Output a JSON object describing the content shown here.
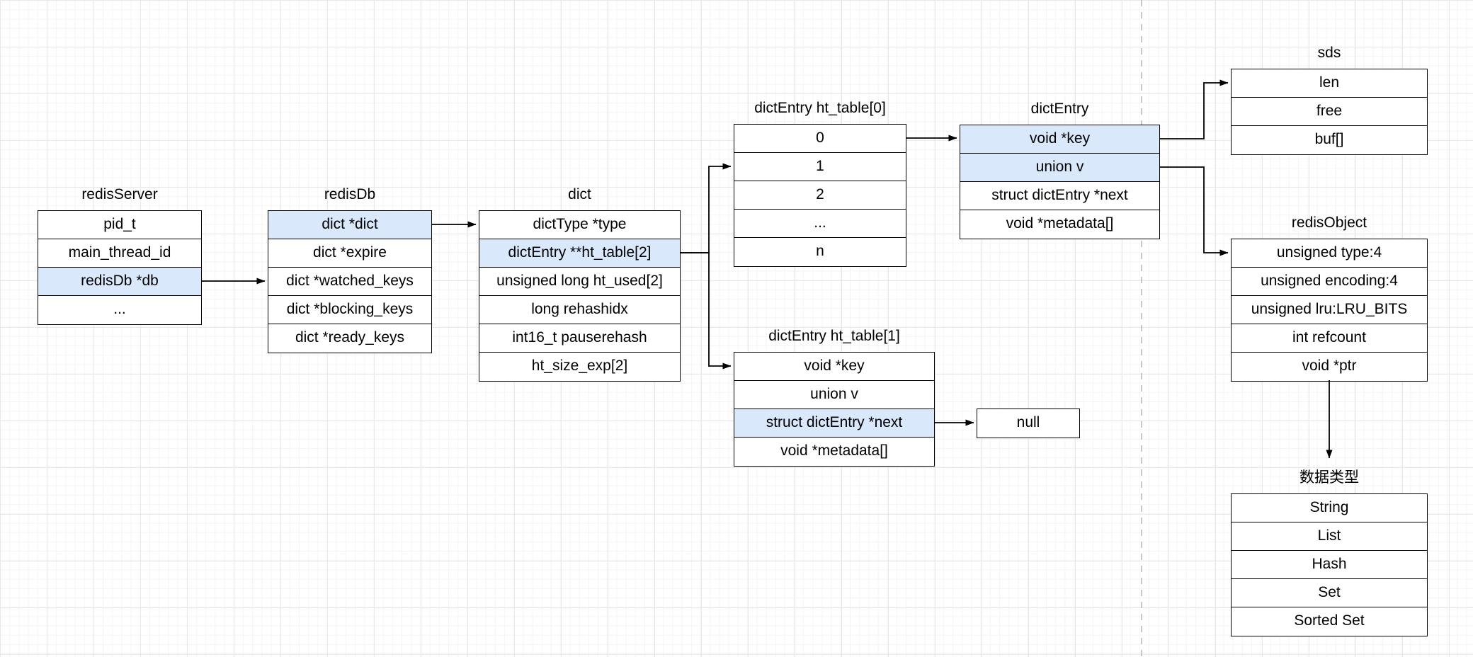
{
  "tables": {
    "redisServer": {
      "title": "redisServer",
      "rows": [
        "pid_t",
        "main_thread_id",
        "redisDb *db",
        "..."
      ]
    },
    "redisDb": {
      "title": "redisDb",
      "rows": [
        "dict *dict",
        "dict *expire",
        "dict *watched_keys",
        "dict *blocking_keys",
        "dict *ready_keys"
      ]
    },
    "dict": {
      "title": "dict",
      "rows": [
        "dictType *type",
        "dictEntry **ht_table[2]",
        "unsigned long ht_used[2]",
        "long rehashidx",
        "int16_t pauserehash",
        "ht_size_exp[2]"
      ]
    },
    "htTable0": {
      "title": "dictEntry ht_table[0]",
      "rows": [
        "0",
        "1",
        "2",
        "...",
        "n"
      ]
    },
    "dictEntry": {
      "title": "dictEntry",
      "rows": [
        "void *key",
        "union v",
        "struct dictEntry *next",
        "void *metadata[]"
      ]
    },
    "sds": {
      "title": "sds",
      "rows": [
        "len",
        "free",
        "buf[]"
      ]
    },
    "redisObject": {
      "title": "redisObject",
      "rows": [
        "unsigned type:4",
        "unsigned encoding:4",
        "unsigned lru:LRU_BITS",
        "int refcount",
        "void *ptr"
      ]
    },
    "htTable1": {
      "title": "dictEntry ht_table[1]",
      "rows": [
        "void *key",
        "union v",
        "struct dictEntry *next",
        "void *metadata[]"
      ]
    },
    "dataTypes": {
      "title": "数据类型",
      "rows": [
        "String",
        "List",
        "Hash",
        "Set",
        "Sorted Set"
      ]
    }
  },
  "nullBox": {
    "label": "null"
  },
  "colors": {
    "highlight": "#dae8fc",
    "line": "#000000",
    "divider": "#b5b5b5"
  }
}
